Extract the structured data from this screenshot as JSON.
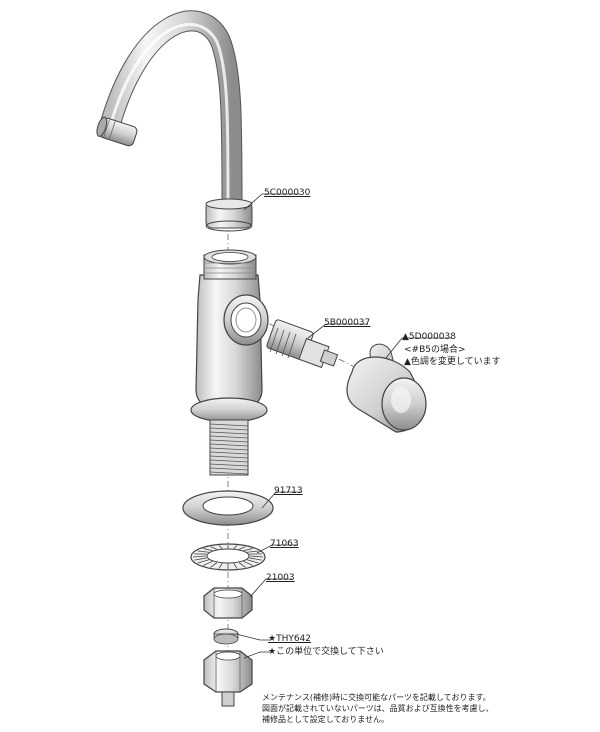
{
  "parts": {
    "spout_seal": "5C000030",
    "cartridge": "5B000037",
    "handle": "▲5D000038",
    "handle_note1": "<#B5の場合>",
    "handle_note2": "▲色調を変更しています",
    "washer_large": "91713",
    "washer_toothed": "71063",
    "nut": "21003",
    "connector": "★THY642",
    "connector_note": "★この単位で交換して下さい"
  },
  "footer_notes": [
    "メンテナンス(補修)時に交換可能なパーツを記載しております。",
    "図面が記載されていないパーツは、品質および互換性を考慮し、",
    "補修品として設定しておりません。"
  ]
}
